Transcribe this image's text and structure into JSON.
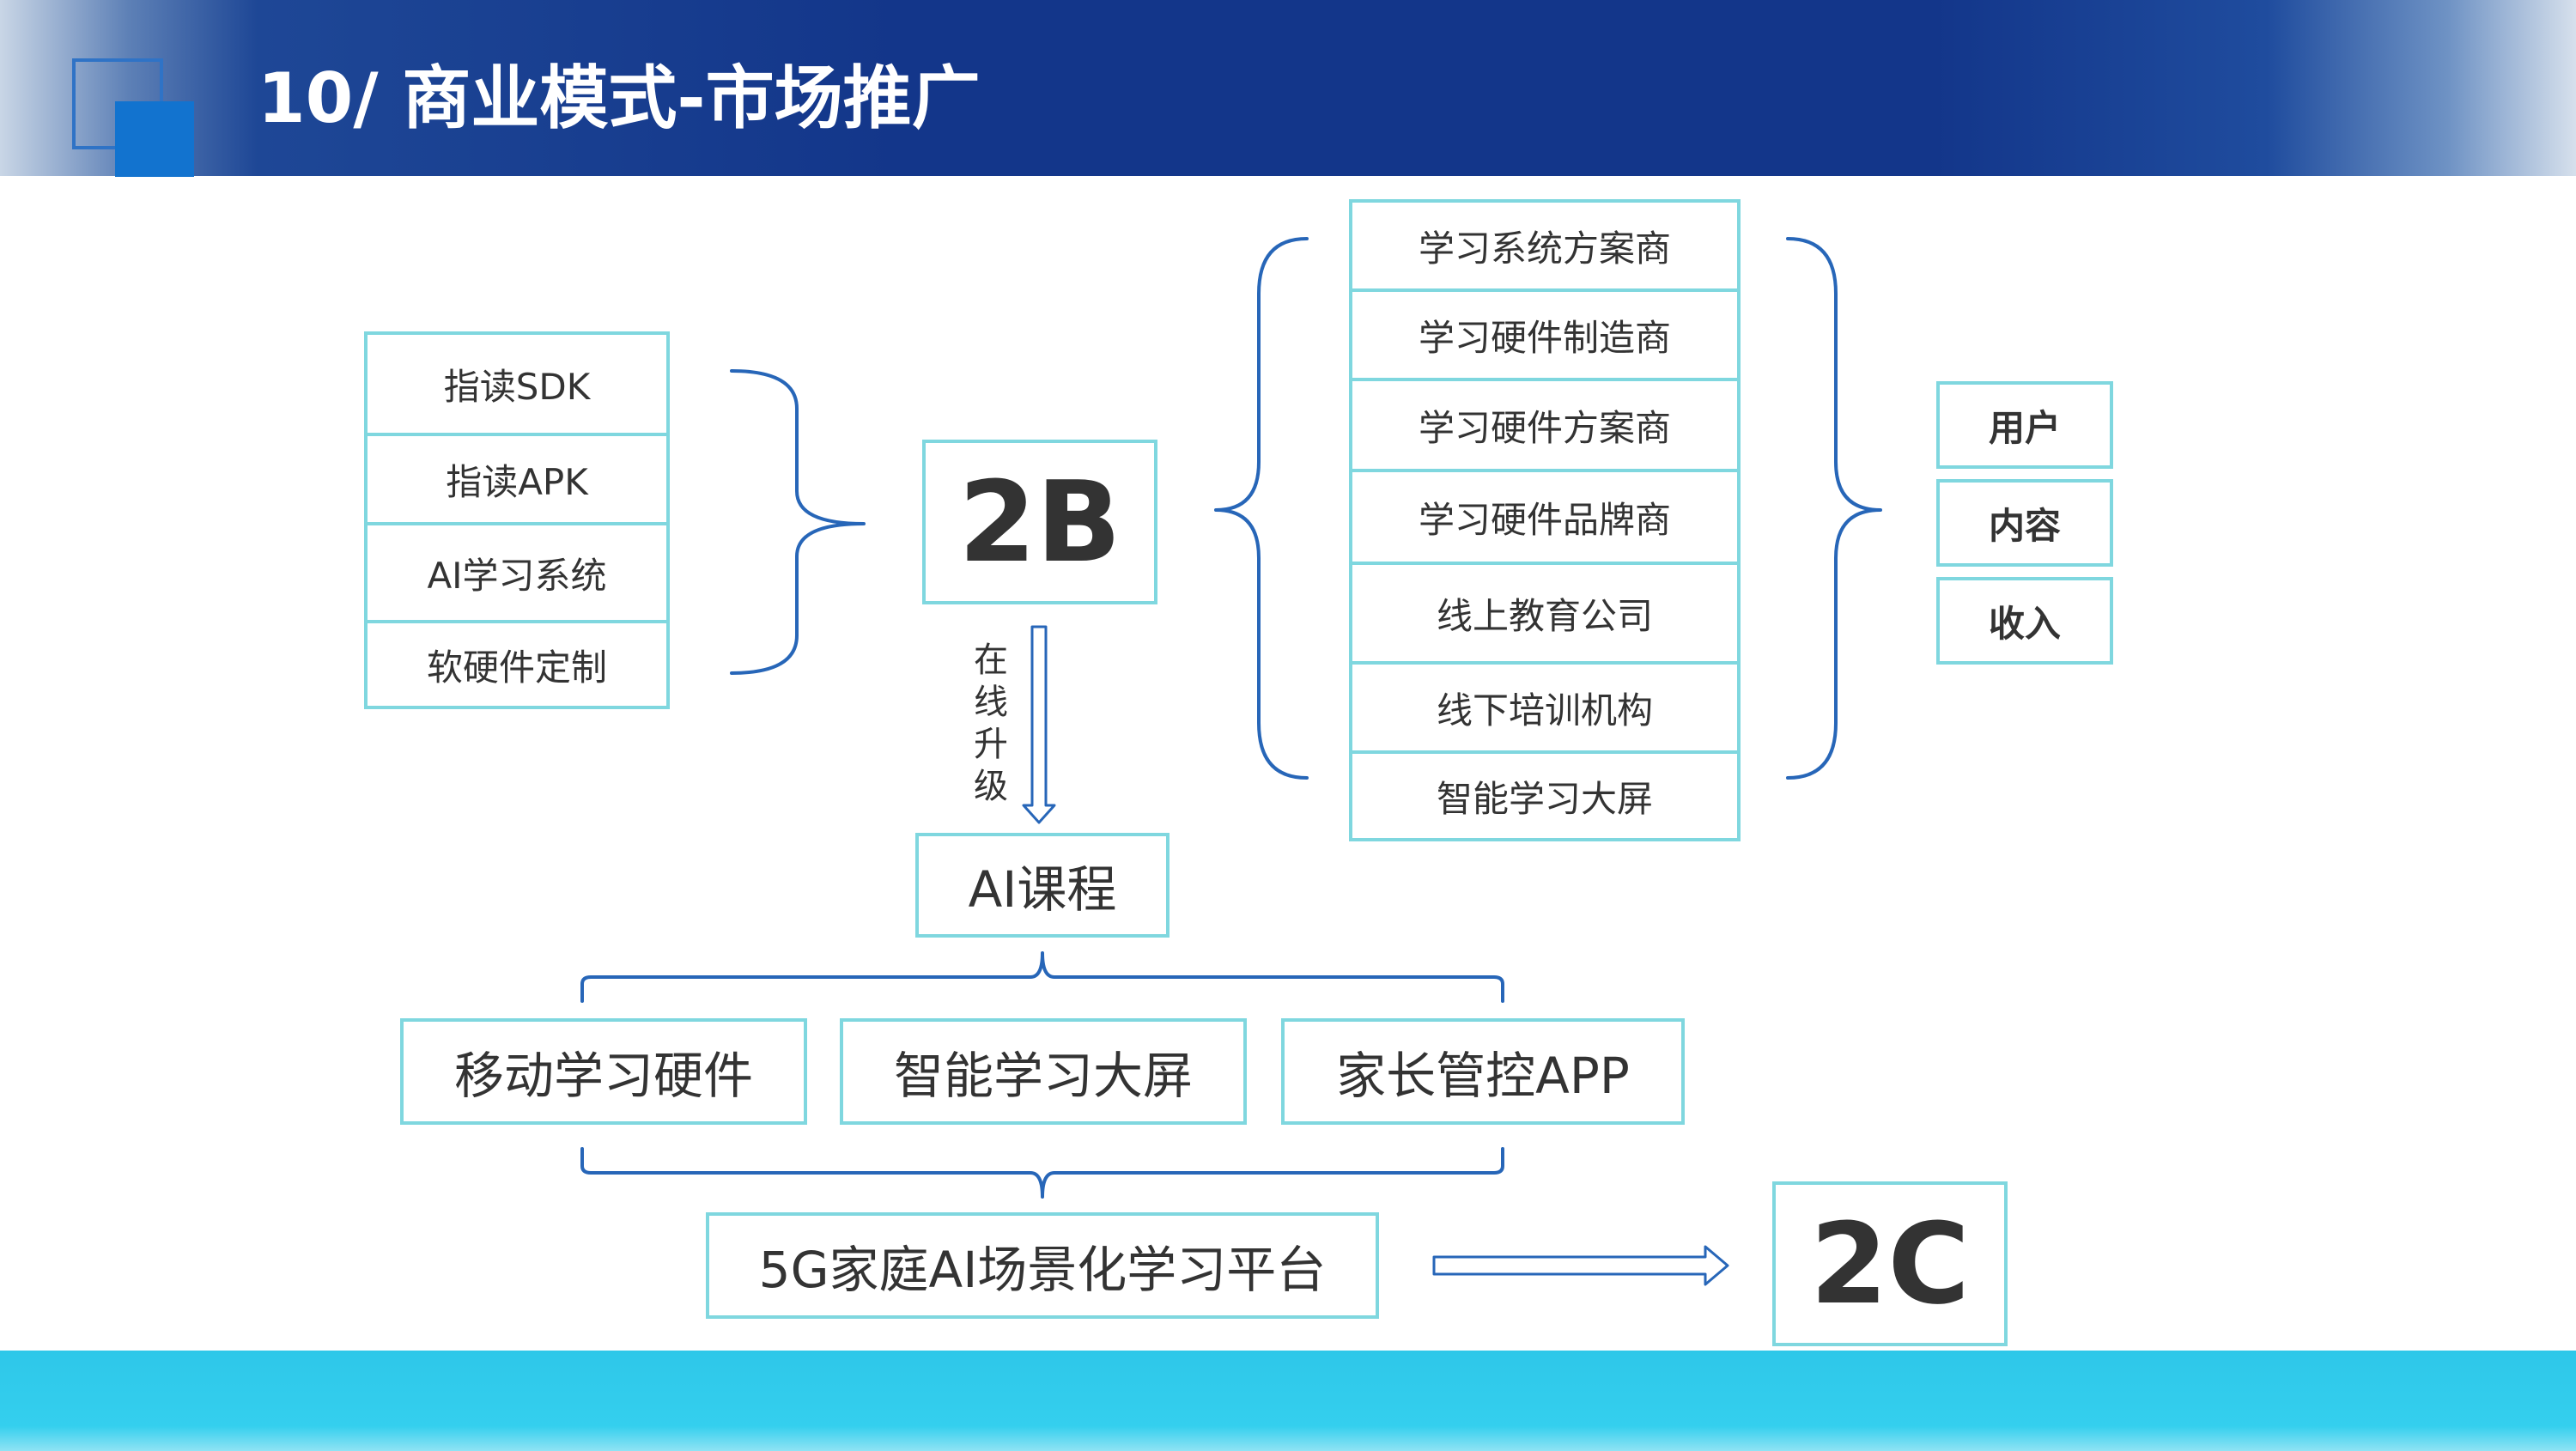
{
  "slide_title": "10/ 商业模式-市场推广",
  "left_products": [
    "指读SDK",
    "指读APK",
    "AI学习系统",
    "软硬件定制"
  ],
  "b2b_label": "2B",
  "upgrade_label": "在线升级",
  "ai_course_label": "AI课程",
  "b2b_customers": [
    "学习系统方案商",
    "学习硬件制造商",
    "学习硬件方案商",
    "学习硬件品牌商",
    "线上教育公司",
    "线下培训机构",
    "智能学习大屏"
  ],
  "outcomes": [
    "用户",
    "内容",
    "收入"
  ],
  "c_products": [
    "移动学习硬件",
    "智能学习大屏",
    "家长管控APP"
  ],
  "platform_label": "5G家庭AI场景化学习平台",
  "b2c_label": "2C",
  "colors": {
    "header_blue": "#13368a",
    "box_border": "#7fd7df",
    "connector_blue": "#2766b8",
    "footer_cyan": "#2ec7e9",
    "text": "#333333"
  }
}
